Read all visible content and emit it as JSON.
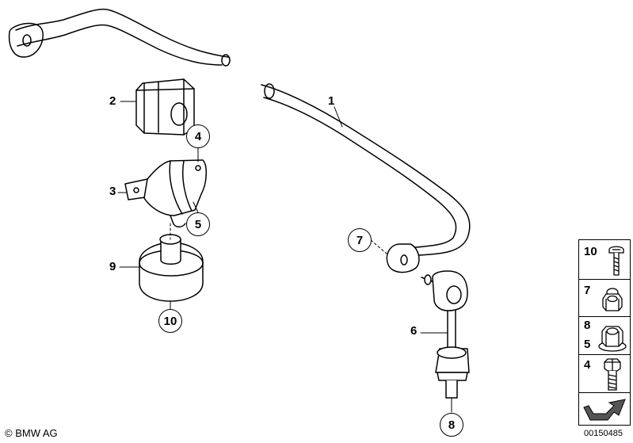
{
  "callouts": {
    "p1": "1",
    "p2": "2",
    "p3": "3",
    "p4": "4",
    "p5": "5",
    "p6": "6",
    "p7": "7",
    "p8": "8",
    "p9": "9",
    "p10": "10"
  },
  "legend": {
    "items": [
      {
        "labels": [
          "10"
        ],
        "icon": "bolt-flanged-icon"
      },
      {
        "labels": [
          "7"
        ],
        "icon": "self-locking-nut-icon"
      },
      {
        "labels": [
          "8",
          "5"
        ],
        "icon": "flange-nut-icon"
      },
      {
        "labels": [
          "4"
        ],
        "icon": "hex-bolt-icon"
      },
      {
        "labels": [],
        "icon": "direction-arrow-icon"
      }
    ]
  },
  "footer": {
    "copyright": "© BMW AG",
    "image_number": "00150485"
  },
  "colors": {
    "stroke": "#000000",
    "fill": "#ffffff",
    "shade": "#d9d9d9"
  }
}
